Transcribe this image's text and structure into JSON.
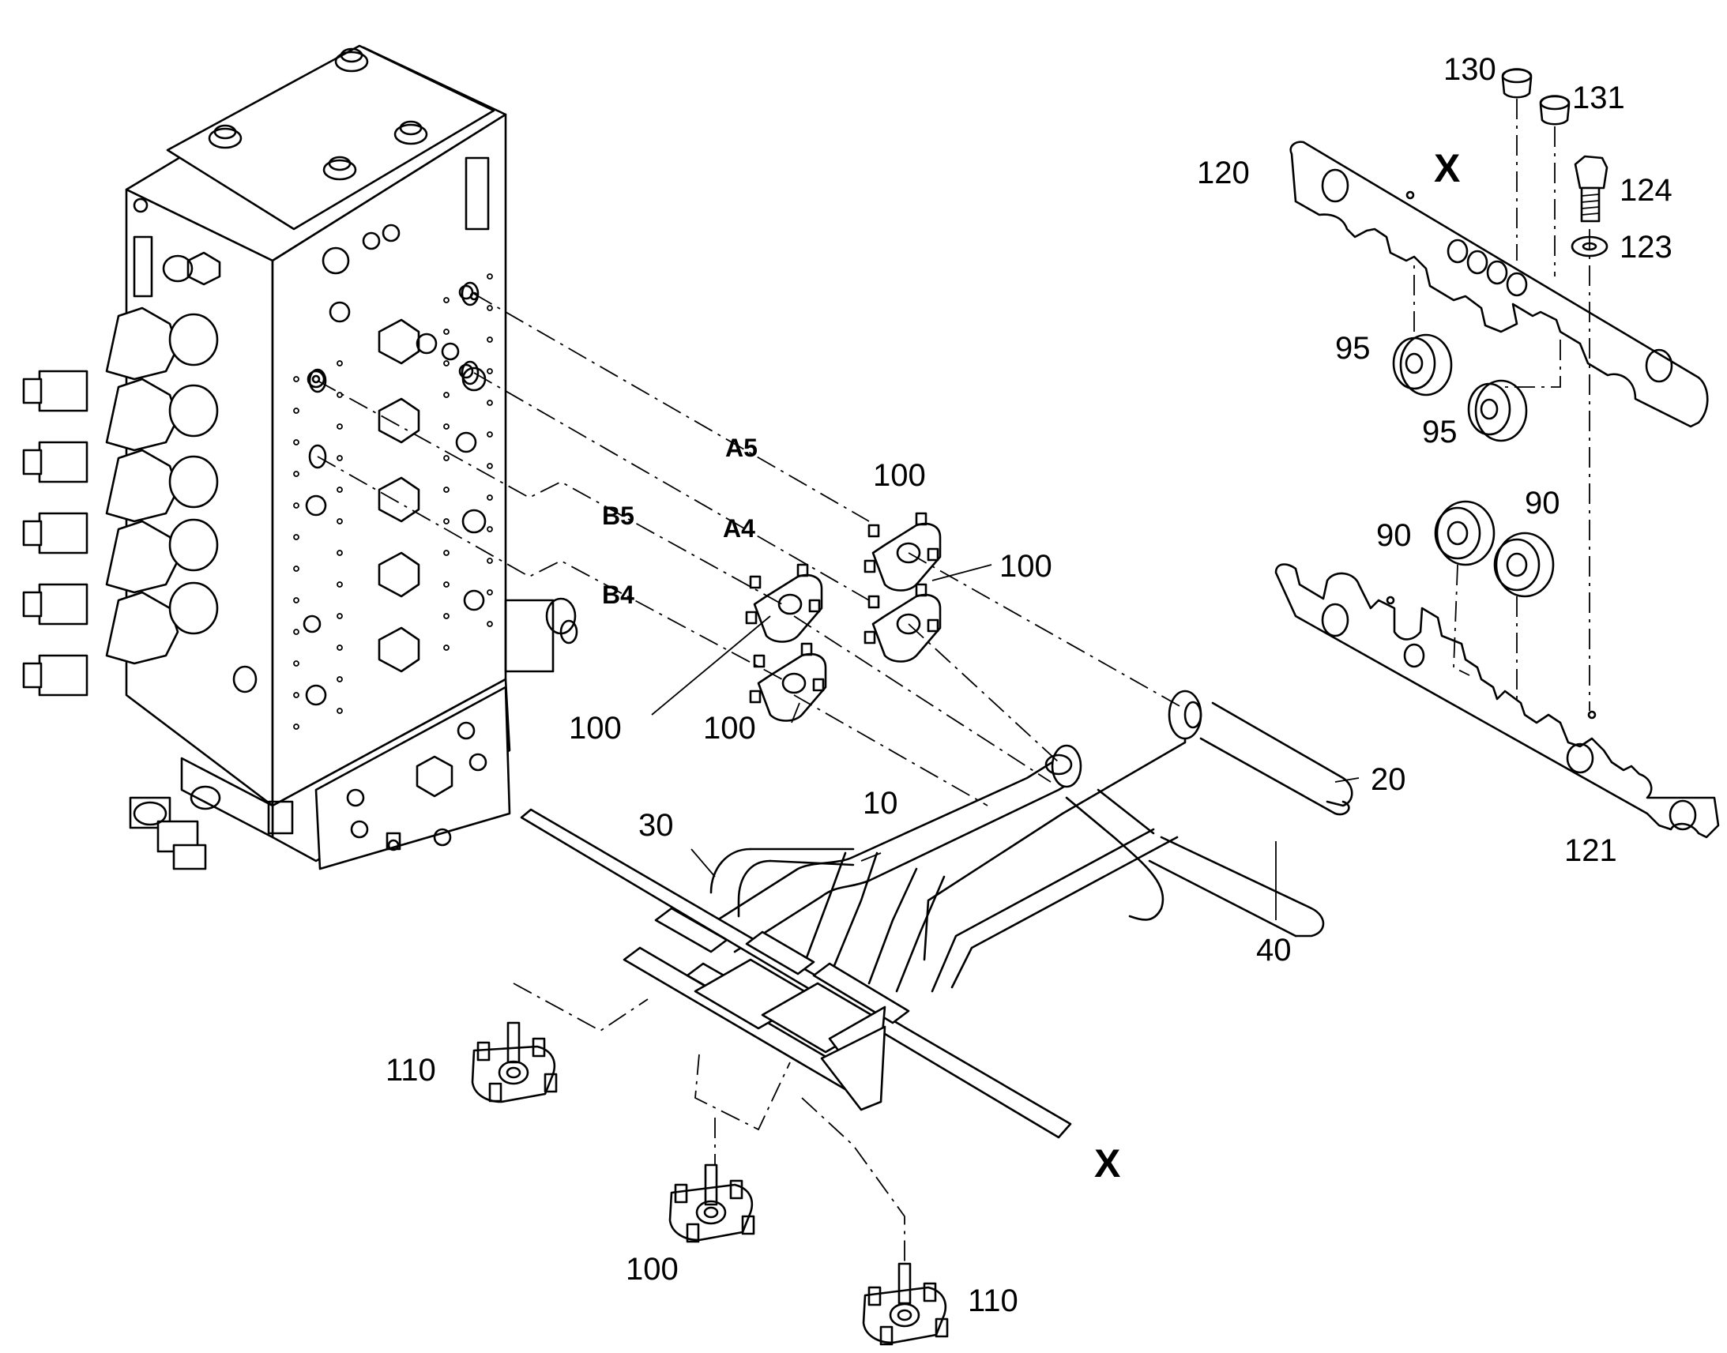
{
  "drawing": {
    "callouts": {
      "c130": "130",
      "c131": "131",
      "c120": "120",
      "c124": "124",
      "c123": "123",
      "c95a": "95",
      "c95b": "95",
      "c90a": "90",
      "c90b": "90",
      "c121": "121",
      "c100a": "100",
      "c100b": "100",
      "c100c": "100",
      "c100d": "100",
      "c100e": "100",
      "c20": "20",
      "c10": "10",
      "c30": "30",
      "c40": "40",
      "c110a": "110",
      "c110b": "110"
    },
    "ports": {
      "a5": "A5",
      "b5": "B5",
      "a4": "A4",
      "b4": "B4"
    },
    "section_marks": {
      "top": "X",
      "bottom": "X"
    }
  }
}
